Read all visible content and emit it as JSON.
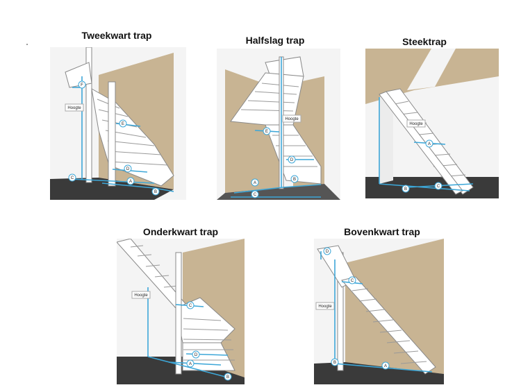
{
  "colors": {
    "wall": "#c8b493",
    "floor": "#3a3a3a",
    "stair": "#ffffff",
    "stair_edge": "#7c7c7c",
    "measure": "#3da7d8",
    "bg": "#f4f4f4"
  },
  "panels": [
    {
      "id": "tweekwart",
      "title": "Tweekwart trap",
      "labels": {
        "F": "F",
        "hoogte": "Hoogte",
        "E": "E",
        "D": "D",
        "C": "C",
        "A": "A",
        "B": "B"
      }
    },
    {
      "id": "halfslag",
      "title": "Halfslag trap",
      "labels": {
        "hoogte": "Hoogte",
        "E": "E",
        "D": "D",
        "A": "A",
        "B": "B",
        "C": "C"
      }
    },
    {
      "id": "steek",
      "title": "Steektrap",
      "labels": {
        "hoogte": "Hoogte",
        "A": "A",
        "B": "B",
        "C": "C"
      }
    },
    {
      "id": "onderkwart",
      "title": "Onderkwart trap",
      "labels": {
        "hoogte": "Hoogte",
        "C": "C",
        "D": "D",
        "A": "A",
        "B": "B"
      }
    },
    {
      "id": "bovenkwart",
      "title": "Bovenkwart trap",
      "labels": {
        "D": "D",
        "C": "C",
        "hoogte": "Hoogte",
        "B": "B",
        "A": "A"
      }
    }
  ]
}
